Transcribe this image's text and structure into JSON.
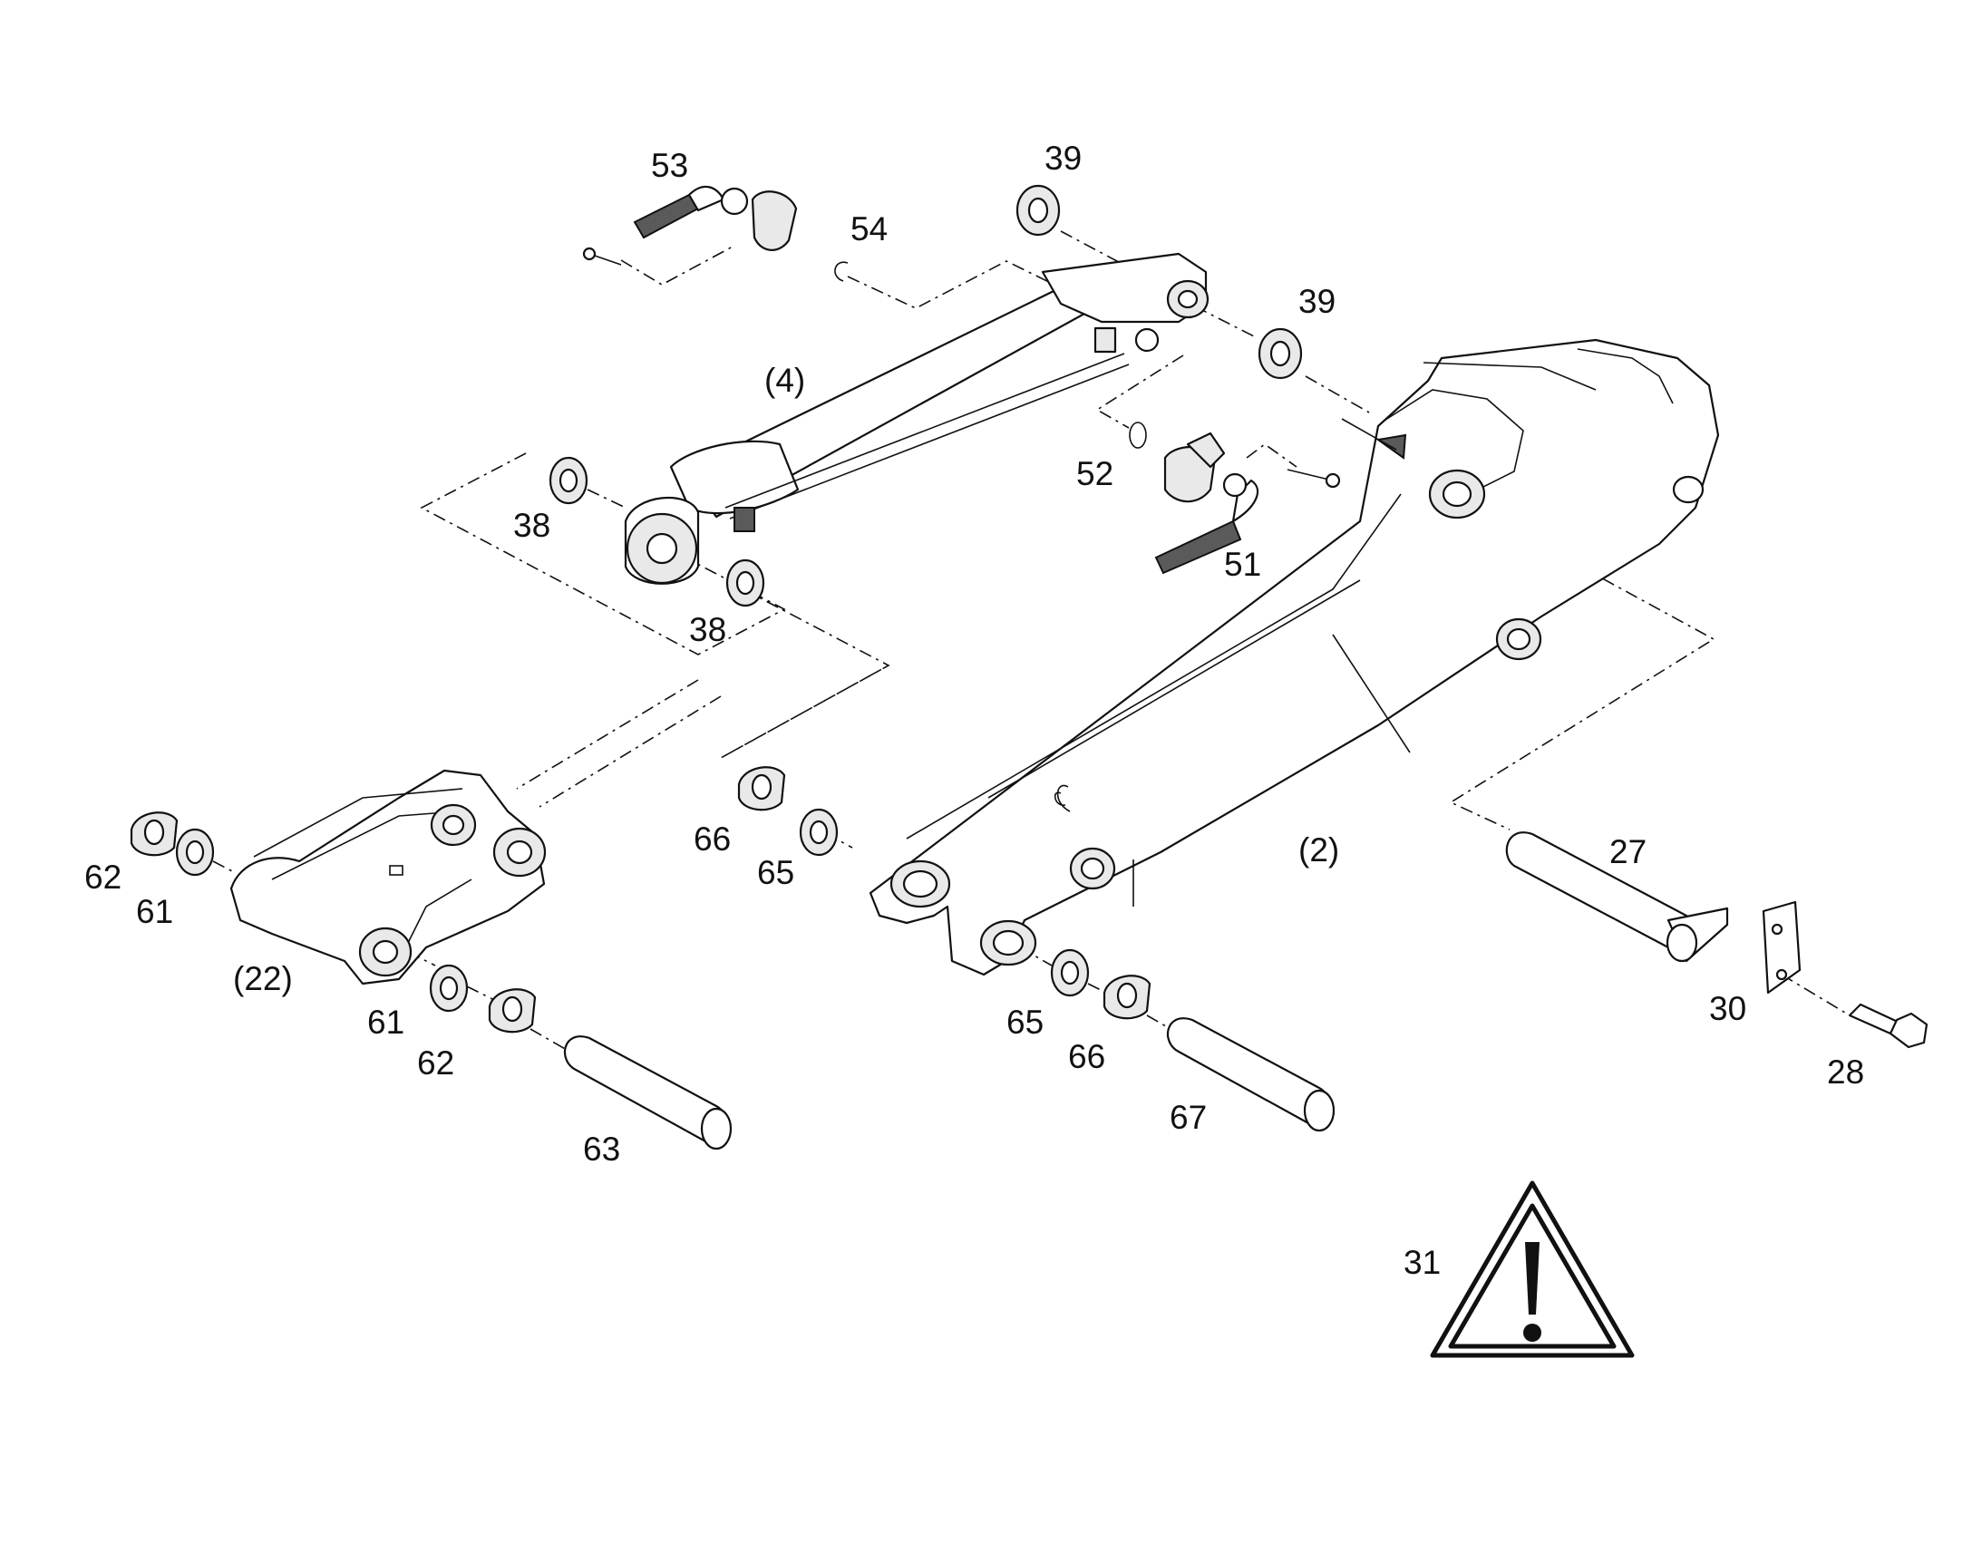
{
  "callouts": {
    "c53": "53",
    "c54": "54",
    "c39a": "39",
    "c39b": "39",
    "c4": "(4)",
    "c52": "52",
    "c38a": "38",
    "c38b": "38",
    "c51": "51",
    "c66a": "66",
    "c65a": "65",
    "c62a": "62",
    "c61a": "61",
    "c22": "(22)",
    "c61b": "61",
    "c62b": "62",
    "c63": "63",
    "c2": "(2)",
    "c27": "27",
    "c30": "30",
    "c28": "28",
    "c65b": "65",
    "c66b": "66",
    "c67": "67",
    "c31": "31"
  },
  "icons": {
    "warning": "warning-triangle-icon"
  }
}
